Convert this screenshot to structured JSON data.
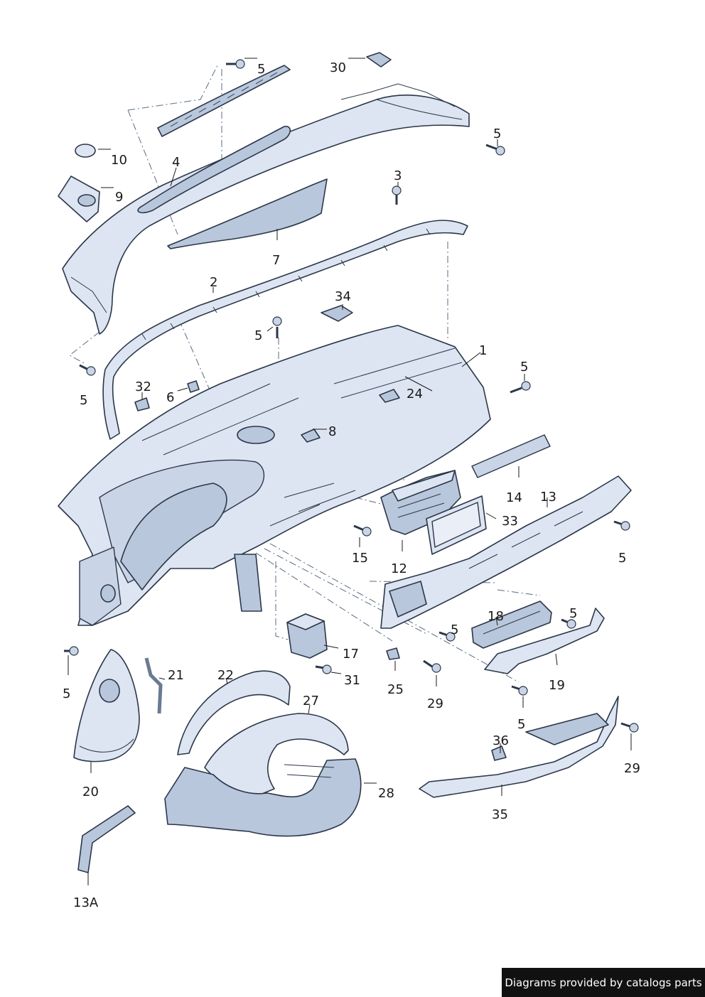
{
  "callouts": {
    "c1": "1",
    "c2": "2",
    "c3": "3",
    "c4": "4",
    "c5a": "5",
    "c5b": "5",
    "c5c": "5",
    "c5d": "5",
    "c5e": "5",
    "c5f": "5",
    "c5g": "5",
    "c5h": "5",
    "c5i": "5",
    "c6": "6",
    "c7": "7",
    "c8": "8",
    "c9": "9",
    "c10": "10",
    "c12": "12",
    "c13": "13",
    "c13a": "13A",
    "c14": "14",
    "c15": "15",
    "c17": "17",
    "c18": "18",
    "c19": "19",
    "c20": "20",
    "c21": "21",
    "c22": "22",
    "c24": "24",
    "c25": "25",
    "c27": "27",
    "c28": "28",
    "c29a": "29",
    "c29b": "29",
    "c30": "30",
    "c31": "31",
    "c32": "32",
    "c33": "33",
    "c34": "34",
    "c35": "35",
    "c36": "36"
  },
  "footer": {
    "text": "Diagrams provided by catalogs parts"
  },
  "colors": {
    "part_fill": "#dde5f2",
    "part_shade": "#b9c7dc",
    "outline": "#2b3648",
    "badge_bg": "#111111"
  }
}
